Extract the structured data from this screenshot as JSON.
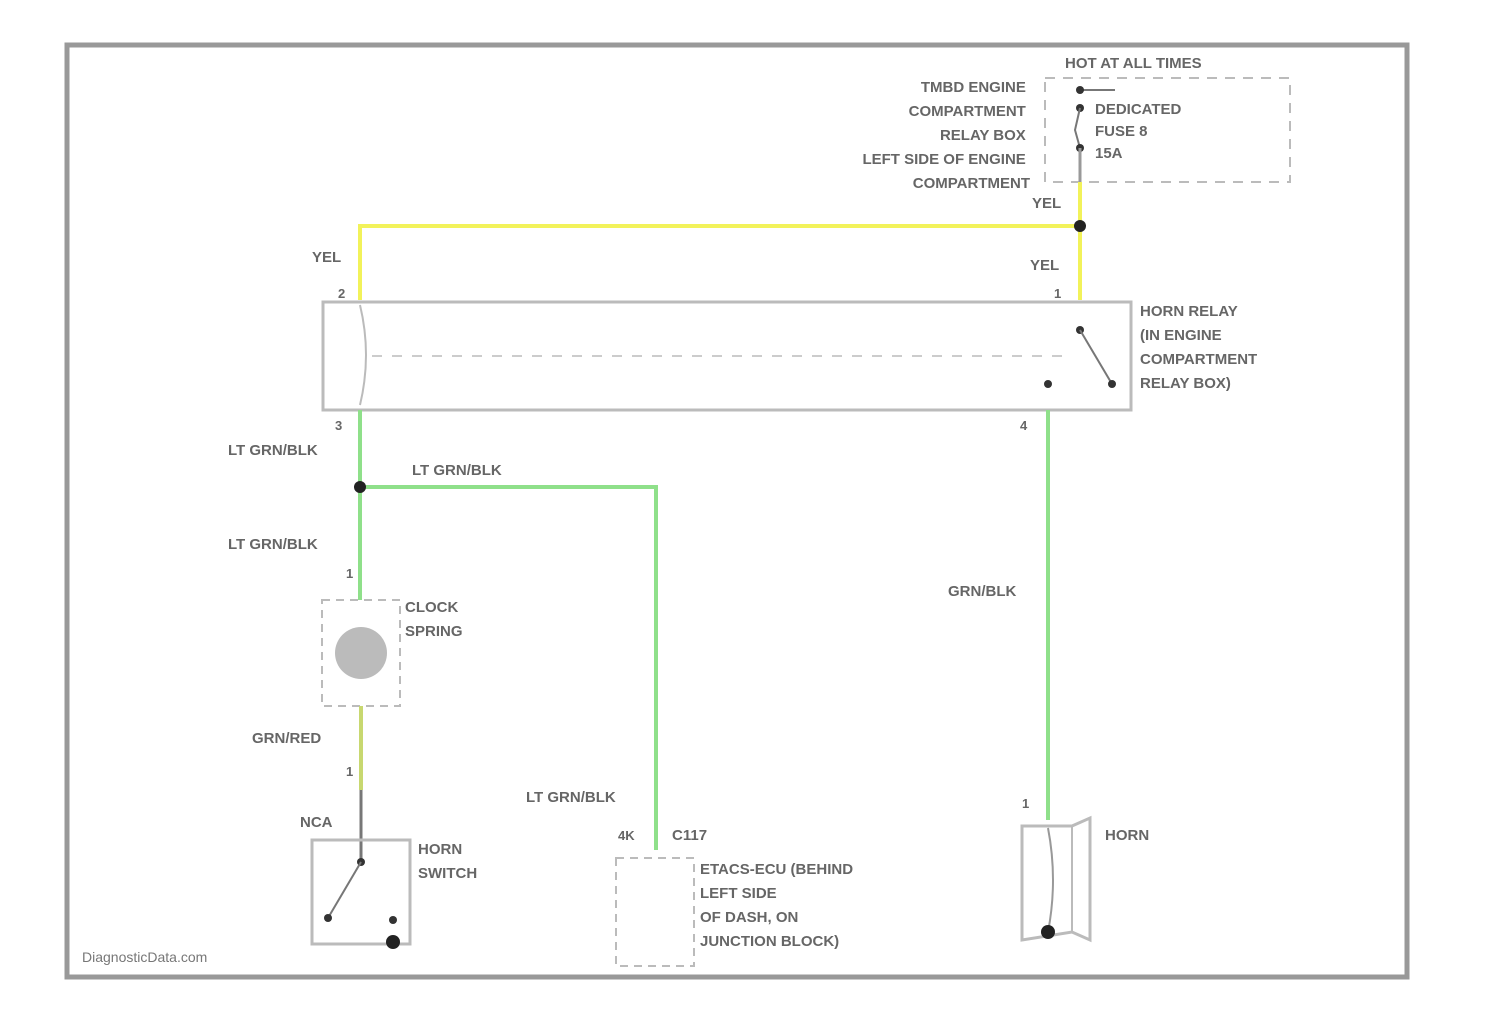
{
  "colors": {
    "yel": "#f2f25a",
    "lt_grn_blk": "#8fe08a",
    "grn_red": "#c8d870",
    "frame": "#999999",
    "component": "#bbbbbb"
  },
  "fuse_block": {
    "header": "HOT AT ALL TIMES",
    "location": [
      "TMBD ENGINE",
      "COMPARTMENT",
      "RELAY BOX",
      "LEFT SIDE OF ENGINE",
      "COMPARTMENT"
    ],
    "fuse": [
      "DEDICATED",
      "FUSE 8",
      "15A"
    ]
  },
  "wires": {
    "yel_1": "YEL",
    "yel_2": "YEL",
    "yel_3": "YEL",
    "ltgrn_1": "LT GRN/BLK",
    "ltgrn_2": "LT GRN/BLK",
    "ltgrn_3": "LT GRN/BLK",
    "ltgrn_4": "LT GRN/BLK",
    "grn_red": "GRN/RED",
    "grn_blk": "GRN/BLK"
  },
  "horn_relay": {
    "label": [
      "HORN RELAY",
      "(IN ENGINE",
      "COMPARTMENT",
      "RELAY BOX)"
    ],
    "pins": {
      "p2": "2",
      "p1": "1",
      "p3": "3",
      "p4": "4"
    }
  },
  "clock_spring": {
    "label": [
      "CLOCK",
      "SPRING"
    ],
    "pin": "1"
  },
  "horn_switch": {
    "label": [
      "HORN",
      "SWITCH"
    ],
    "connector": "NCA",
    "pin": "1"
  },
  "etacs": {
    "pin": "4K",
    "connector": "C117",
    "label": [
      "ETACS-ECU (BEHIND",
      "LEFT SIDE",
      "OF DASH, ON",
      "JUNCTION BLOCK)"
    ]
  },
  "horn": {
    "label": "HORN",
    "pin": "1"
  },
  "watermark": "DiagnosticData.com"
}
